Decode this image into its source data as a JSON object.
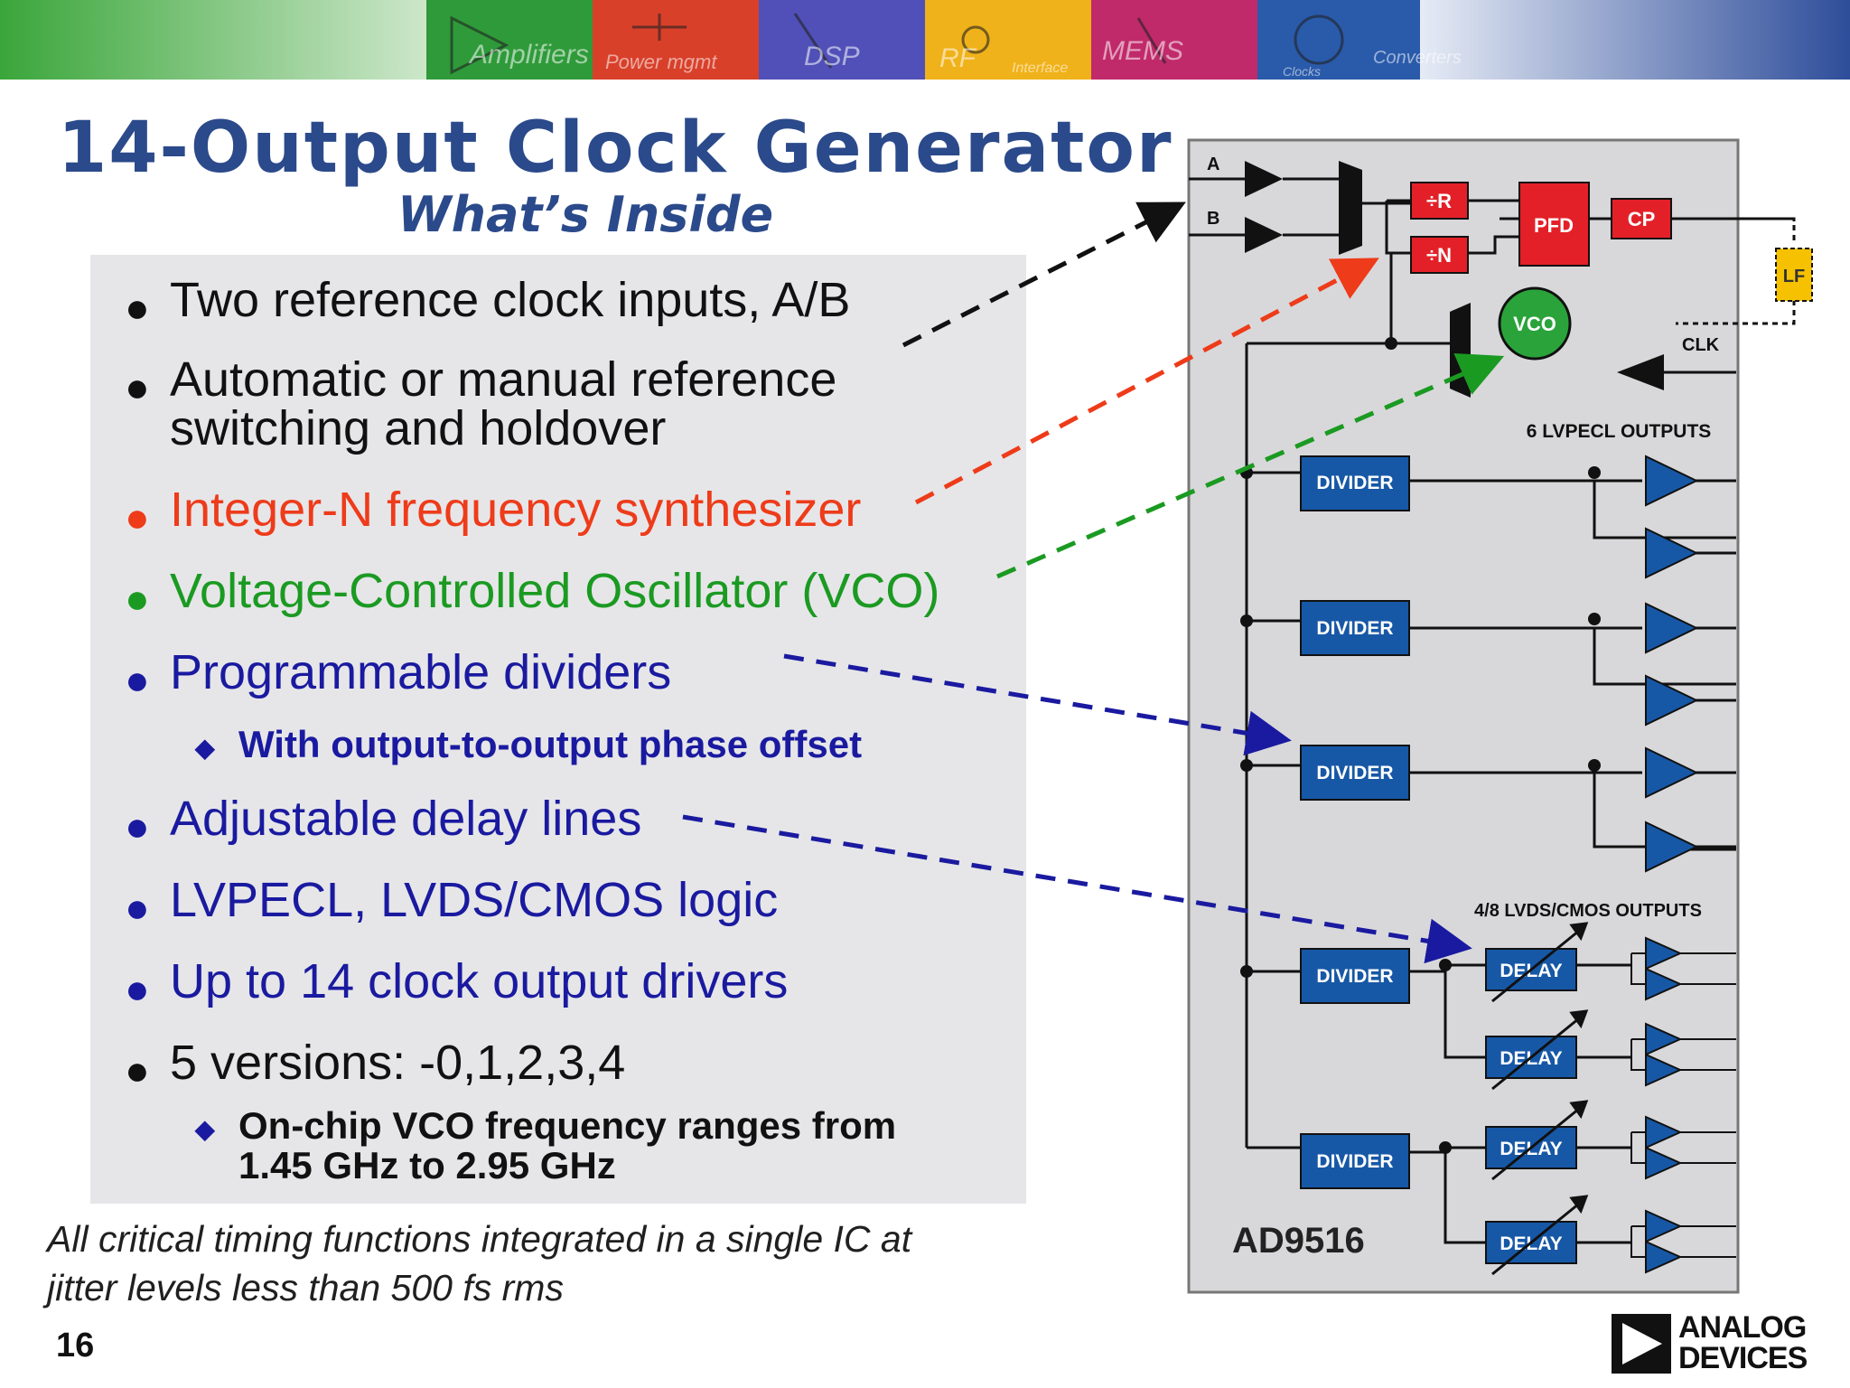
{
  "slide": {
    "title": "14-Output Clock Generator",
    "subtitle": "What’s Inside",
    "page_number": "16",
    "footnote_line1": "All critical timing functions integrated in a single IC at",
    "footnote_line2": "jitter levels less than 500 fs rms"
  },
  "bullets": [
    {
      "text": "Two reference clock inputs, A/B",
      "color": "#111111"
    },
    {
      "text": "Automatic or manual reference",
      "text2": "switching and holdover",
      "color": "#111111"
    },
    {
      "text": "Integer-N frequency synthesizer",
      "color": "#ee3b1a"
    },
    {
      "text": "Voltage-Controlled Oscillator (VCO)",
      "color": "#1b9a22"
    },
    {
      "text": "Programmable dividers",
      "color": "#1a1aa0"
    },
    {
      "text": "Adjustable delay lines",
      "color": "#1a1aa0"
    },
    {
      "text": "LVPECL, LVDS/CMOS logic",
      "color": "#1a1aa0"
    },
    {
      "text": "Up to 14 clock output drivers",
      "color": "#1a1aa0"
    },
    {
      "text": "5 versions: -0,1,2,3,4",
      "color": "#111111"
    }
  ],
  "subbullets": [
    {
      "text": "With output-to-output phase offset",
      "color": "#1a1aa0"
    },
    {
      "text": "On-chip VCO frequency ranges from",
      "text2": "1.45 GHz to 2.95 GHz",
      "color": "#111111"
    }
  ],
  "banner_labels": [
    "Amplifiers",
    "Power mgmt",
    "DSP",
    "RF",
    "Interface",
    "MEMS",
    "Clocks",
    "Converters"
  ],
  "diagram": {
    "chip_name": "AD9516",
    "input_a": "A",
    "input_b": "B",
    "div_r": "÷R",
    "div_n": "÷N",
    "pfd": "PFD",
    "cp": "CP",
    "lf": "LF",
    "vco": "VCO",
    "clk": "CLK",
    "lvpecl_outputs": "6 LVPECL OUTPUTS",
    "lvds_outputs": "4/8 LVDS/CMOS OUTPUTS",
    "divider_label": "DIVIDER",
    "delay_label": "DELAY",
    "colors": {
      "block_blue": "#1758a6",
      "block_red": "#e32028",
      "vco_green": "#2aa33a",
      "lf_yellow": "#f5c100",
      "chip_gray": "#d8d8da"
    }
  },
  "logo": {
    "line1": "ANALOG",
    "line2": "DEVICES"
  }
}
